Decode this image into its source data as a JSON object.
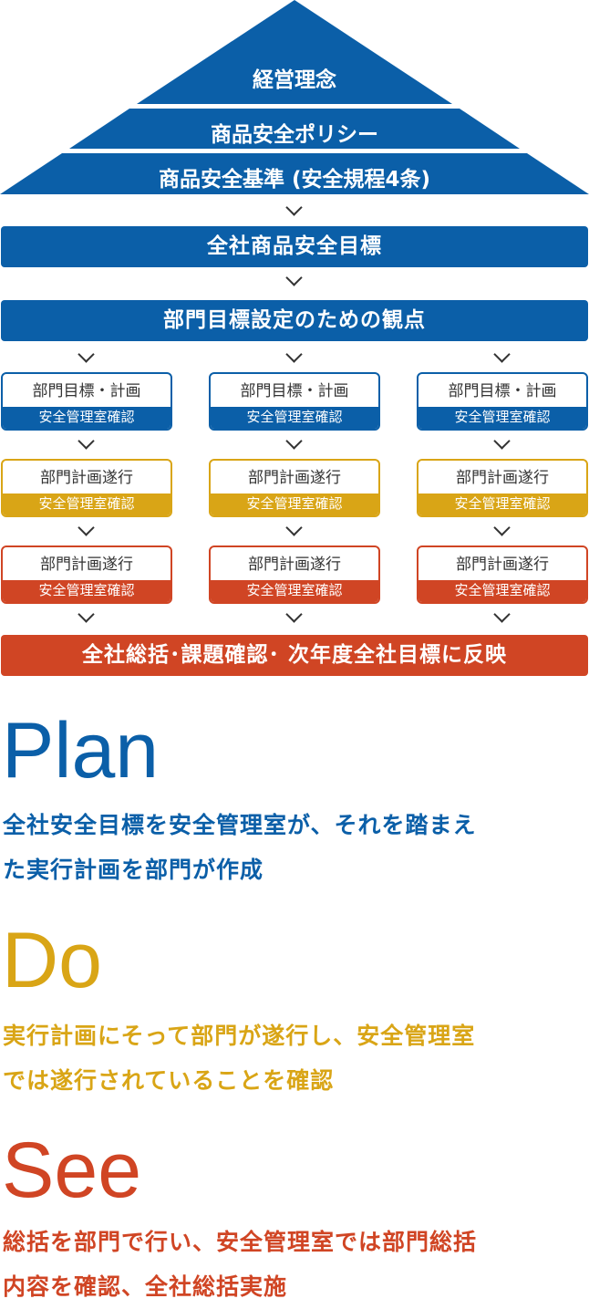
{
  "colors": {
    "blue": "#0b5fa8",
    "gold": "#d9a516",
    "red": "#d04524"
  },
  "pyramid": [
    "経営理念",
    "商品安全ポリシー",
    "商品安全基準 (安全規程4条)"
  ],
  "company_goal": "全社商品安全目標",
  "department_viewpoint": "部門目標設定のための観点",
  "rows": [
    {
      "title": "部門目標・計画",
      "check": "安全管理室確認"
    },
    {
      "title": "部門計画遂行",
      "check": "安全管理室確認"
    },
    {
      "title": "部門計画遂行",
      "check": "安全管理室確認"
    }
  ],
  "final": "全社総括･課題確認･ 次年度全社目標に反映",
  "pds": [
    {
      "title": "Plan",
      "lines": [
        "全社安全目標を安全管理室が、それを踏まえ",
        "た実行計画を部門が作成"
      ]
    },
    {
      "title": "Do",
      "lines": [
        "実行計画にそって部門が遂行し、安全管理室",
        "では遂行されていることを確認"
      ]
    },
    {
      "title": "See",
      "lines": [
        "総括を部門で行い、安全管理室では部門総括",
        "内容を確認、全社総括実施"
      ]
    }
  ]
}
